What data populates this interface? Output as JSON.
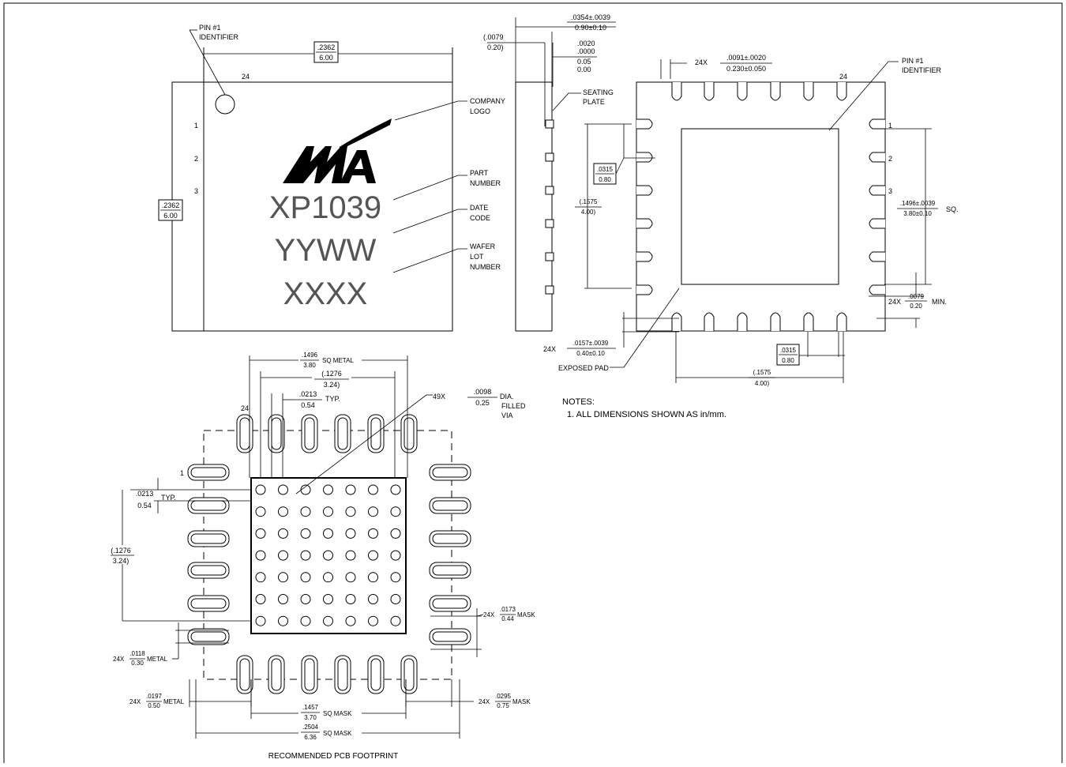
{
  "top_view": {
    "pin1_label": [
      "PIN #1",
      "IDENTIFIER"
    ],
    "width_dim": [
      ".2362",
      "6.00"
    ],
    "height_dim": [
      ".2362",
      "6.00"
    ],
    "pin_numbers": [
      "24",
      "1",
      "2",
      "3"
    ],
    "marking": {
      "part_number": "XP1039",
      "date_code": "YYWW",
      "lot_number": "XXXX"
    },
    "callouts": {
      "company_logo": [
        "COMPANY",
        "LOGO"
      ],
      "part_number": [
        "PART",
        "NUMBER"
      ],
      "date_code": [
        "DATE",
        "CODE"
      ],
      "wafer_lot": [
        "WAFER",
        "LOT",
        "NUMBER"
      ]
    }
  },
  "side_view": {
    "thickness_dim": [
      ".0354±.0039",
      "0.90±0.10"
    ],
    "lead_dim": [
      "(.0079",
      "0.20)"
    ],
    "standoff_dim": [
      ".0020",
      ".0000",
      "0.05",
      "0.00"
    ],
    "seating_plate": [
      "SEATING",
      "PLATE"
    ]
  },
  "bottom_view": {
    "pin1_label": [
      "PIN #1",
      "IDENTIFIER"
    ],
    "lead_width": [
      "24X",
      ".0091±.0020",
      "0.230±0.050"
    ],
    "pin_numbers": [
      "24",
      "1",
      "2",
      "3"
    ],
    "pad_size": [
      ".1496±.0039",
      "3.80±0.10",
      "SQ."
    ],
    "pitch_left": [
      ".0315",
      "0.80"
    ],
    "span_left": [
      "(.1575",
      "4.00)"
    ],
    "lead_min": [
      "24X",
      ".0079",
      "0.20",
      "MIN."
    ],
    "lead_length": [
      "24X",
      ".0157±.0039",
      "0.40±0.10"
    ],
    "exposed_pad": "EXPOSED PAD",
    "pitch_bottom": [
      ".0315",
      "0.80"
    ],
    "span_bottom": [
      "(.1575",
      "4.00)"
    ]
  },
  "notes": {
    "title": "NOTES:",
    "items": [
      "1.  ALL DIMENSIONS SHOWN AS in/mm."
    ]
  },
  "footprint": {
    "title": "RECOMMENDED PCB FOOTPRINT",
    "metal_sq": [
      ".1496",
      "3.80",
      "SQ METAL"
    ],
    "via_span": [
      "(.1276",
      "3.24)"
    ],
    "via_pitch_top": [
      ".0213",
      "0.54",
      "TYP."
    ],
    "via_callout": [
      "49X",
      ".0098",
      "0.25",
      "DIA.",
      "FILLED",
      "VIA"
    ],
    "via_pitch_left": [
      ".0213",
      "0.54",
      "TYP."
    ],
    "via_span_left": [
      "(.1276",
      "3.24)"
    ],
    "pin_numbers": [
      "24",
      "1"
    ],
    "mask_width": [
      "24X",
      ".0173",
      "0.44",
      "MASK"
    ],
    "metal_width": [
      "24X",
      ".0118",
      "0.30",
      "METAL"
    ],
    "metal_length": [
      "24X",
      ".0197",
      "0.50",
      "METAL"
    ],
    "mask_length": [
      "24X",
      ".0295",
      "0.75",
      "MASK"
    ],
    "mask_sq_inner": [
      ".1457",
      "3.70",
      "SQ MASK"
    ],
    "mask_sq_outer": [
      ".2504",
      "6.36",
      "SQ MASK"
    ]
  }
}
